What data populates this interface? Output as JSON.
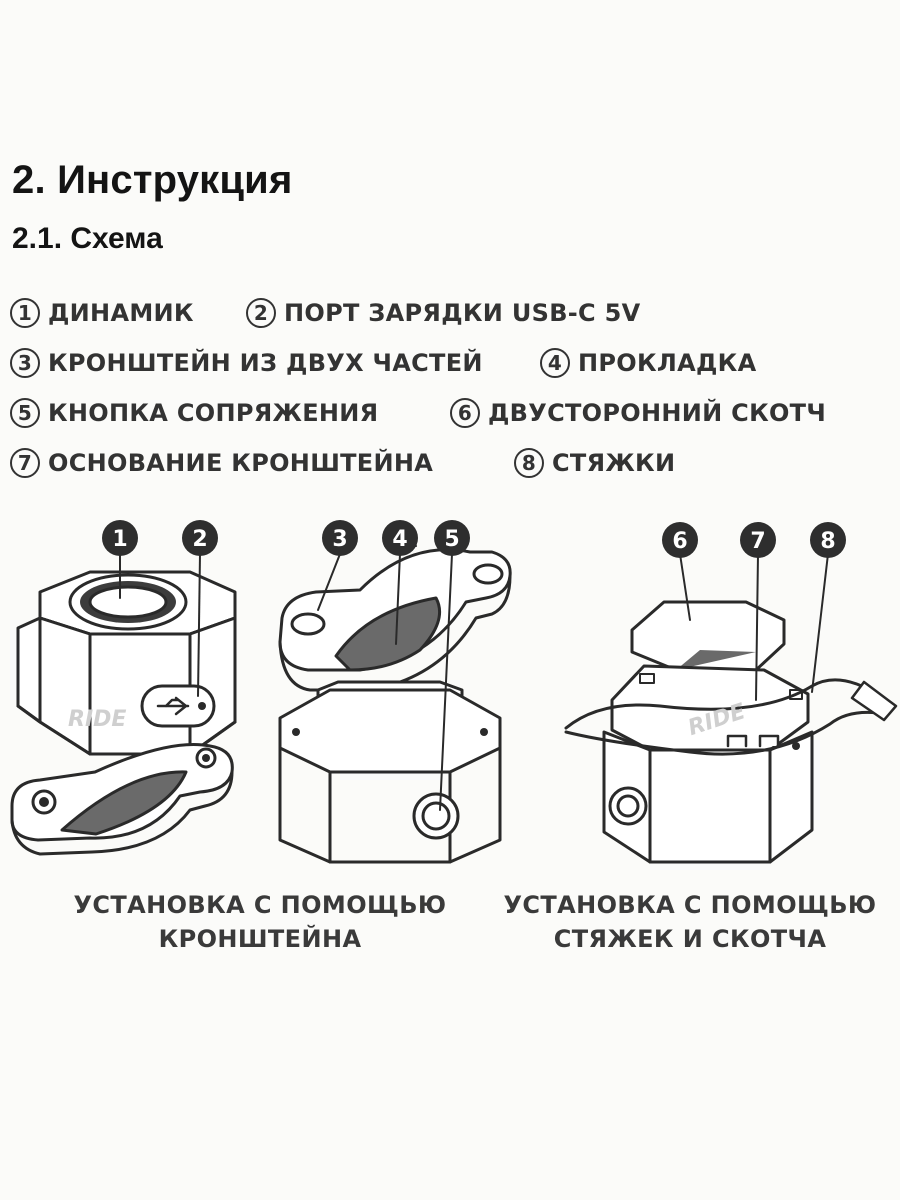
{
  "heading": "2. Инструкция",
  "subheading": "2.1. Схема",
  "legend": [
    {
      "num": "1",
      "label": "ДИНАМИК"
    },
    {
      "num": "2",
      "label": "ПОРТ ЗАРЯДКИ USB-C 5V"
    },
    {
      "num": "3",
      "label": "КРОНШТЕЙН ИЗ ДВУХ ЧАСТЕЙ"
    },
    {
      "num": "4",
      "label": "ПРОКЛАДКА"
    },
    {
      "num": "5",
      "label": "КНОПКА СОПРЯЖЕНИЯ"
    },
    {
      "num": "6",
      "label": "ДВУСТОРОННИЙ СКОТЧ"
    },
    {
      "num": "7",
      "label": "ОСНОВАНИЕ КРОНШТЕЙНА"
    },
    {
      "num": "8",
      "label": "СТЯЖКИ"
    }
  ],
  "callouts": [
    "1",
    "2",
    "3",
    "4",
    "5",
    "6",
    "7",
    "8"
  ],
  "brand_mark": "RIDE",
  "captions": {
    "left_line1": "УСТАНОВКА С ПОМОЩЬЮ",
    "left_line2": "КРОНШТЕЙНА",
    "right_line1": "УСТАНОВКА С ПОМОЩЬЮ",
    "right_line2": "СТЯЖЕК И СКОТЧА"
  }
}
